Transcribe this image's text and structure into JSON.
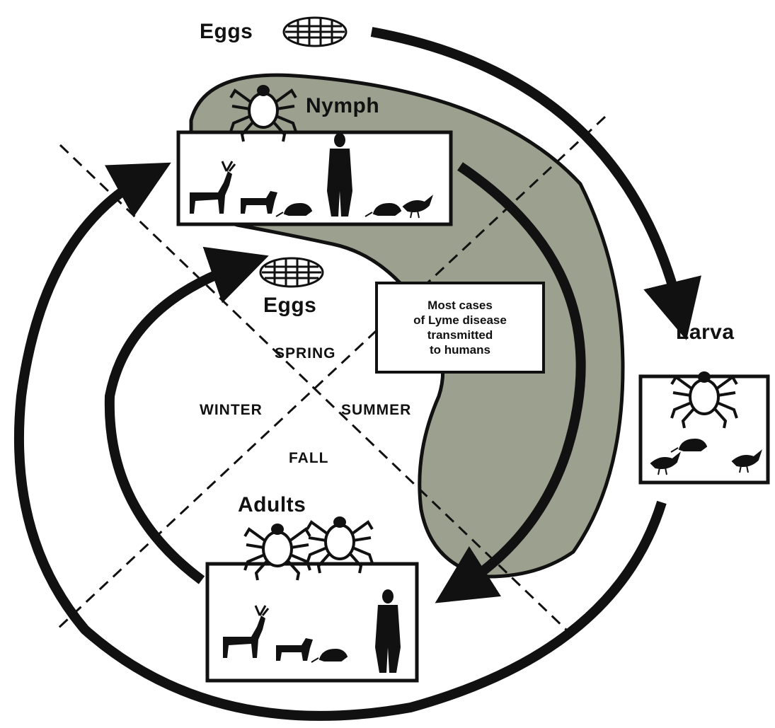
{
  "stages": {
    "eggs_top": "Eggs",
    "eggs_center": "Eggs",
    "nymph": "Nymph",
    "larva": "Larva",
    "adults": "Adults"
  },
  "seasons": {
    "spring": "SPRING",
    "summer": "SUMMER",
    "fall": "FALL",
    "winter": "WINTER"
  },
  "note": {
    "lines": [
      "Most cases",
      "of Lyme disease",
      "transmitted",
      "to humans"
    ]
  },
  "colors": {
    "ink": "#111111",
    "shaded_region": "#9ca08e",
    "background": "#ffffff"
  },
  "icons": [
    "tick-icon",
    "deer-icon",
    "dog-icon",
    "rodent-icon",
    "bird-icon",
    "human-icon",
    "egg-cluster-icon"
  ]
}
